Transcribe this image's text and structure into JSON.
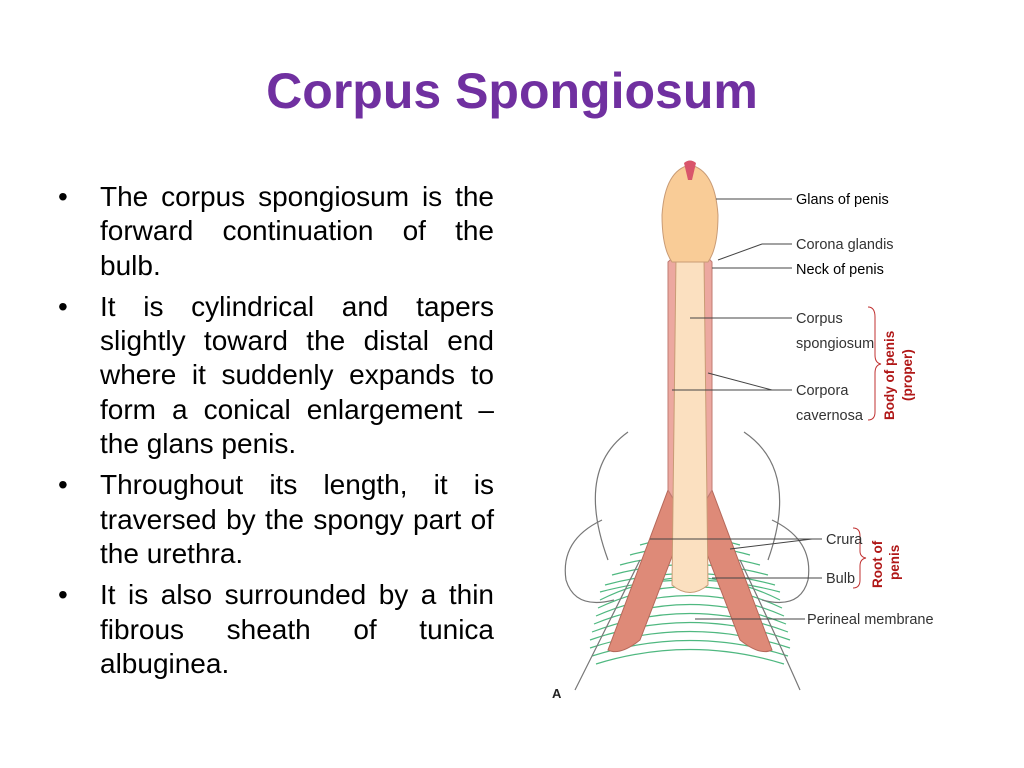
{
  "slide": {
    "title": "Corpus Spongiosum",
    "bullets": [
      "The corpus spongiosum is the forward continuation of the bulb.",
      "It is cylindrical and tapers slightly toward the distal end where it suddenly expands to form a conical enlargement – the glans penis.",
      "Throughout its length, it is traversed by the spongy part of the urethra.",
      "It is also surrounded by a thin fibrous sheath of tunica albuginea."
    ]
  },
  "figure": {
    "labels": {
      "glans": "Glans of penis",
      "corona": "Corona glandis",
      "neck": "Neck of penis",
      "spongiosum_1": "Corpus",
      "spongiosum_2": "spongiosum",
      "cavernosa_1": "Corpora",
      "cavernosa_2": "cavernosa",
      "crura": "Crura",
      "bulb": "Bulb",
      "perineal": "Perineal membrane"
    },
    "group_body_1": "Body of penis",
    "group_body_2": "(proper)",
    "group_root_1": "Root of",
    "group_root_2": "penis",
    "letter": "A"
  }
}
